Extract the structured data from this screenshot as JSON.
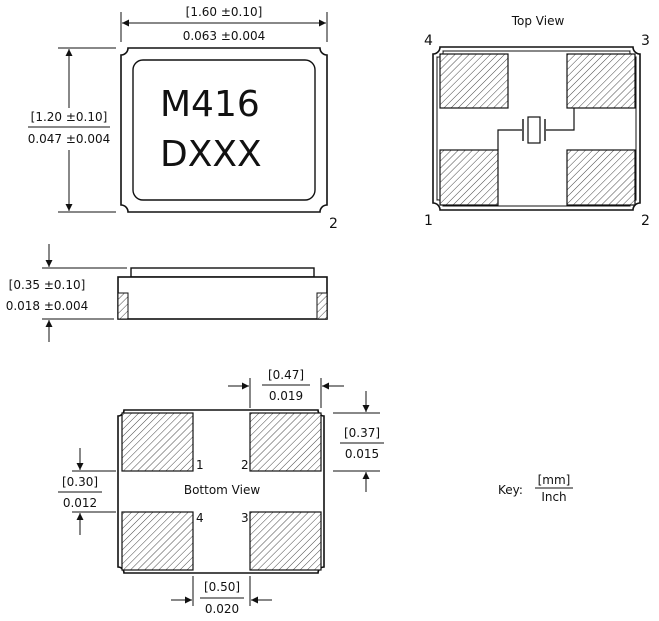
{
  "top_dims": {
    "width_mm": "[1.60 ±0.10]",
    "width_in": "0.063 ±0.004",
    "height_mm": "[1.20 ±0.10]",
    "height_in": "0.047 ±0.004"
  },
  "marking": {
    "line1": "M416",
    "line2": "DXXX"
  },
  "marked_view_pin": "2",
  "top_view": {
    "title": "Top View",
    "pin_1": "1",
    "pin_2": "2",
    "pin_3": "3",
    "pin_4": "4"
  },
  "side_dims": {
    "thickness_mm": "[0.35 ±0.10]",
    "thickness_in": "0.018 ±0.004"
  },
  "bottom_view": {
    "title": "Bottom View",
    "pin_1": "1",
    "pin_2": "2",
    "pin_3": "3",
    "pin_4": "4",
    "pad_w_mm": "[0.47]",
    "pad_w_in": "0.019",
    "pad_h_mm": "[0.37]",
    "pad_h_in": "0.015",
    "gap_v_mm": "[0.30]",
    "gap_v_in": "0.012",
    "gap_h_mm": "[0.50]",
    "gap_h_in": "0.020"
  },
  "key": {
    "label": "Key:",
    "unit_mm": "[mm]",
    "unit_in": "Inch"
  }
}
